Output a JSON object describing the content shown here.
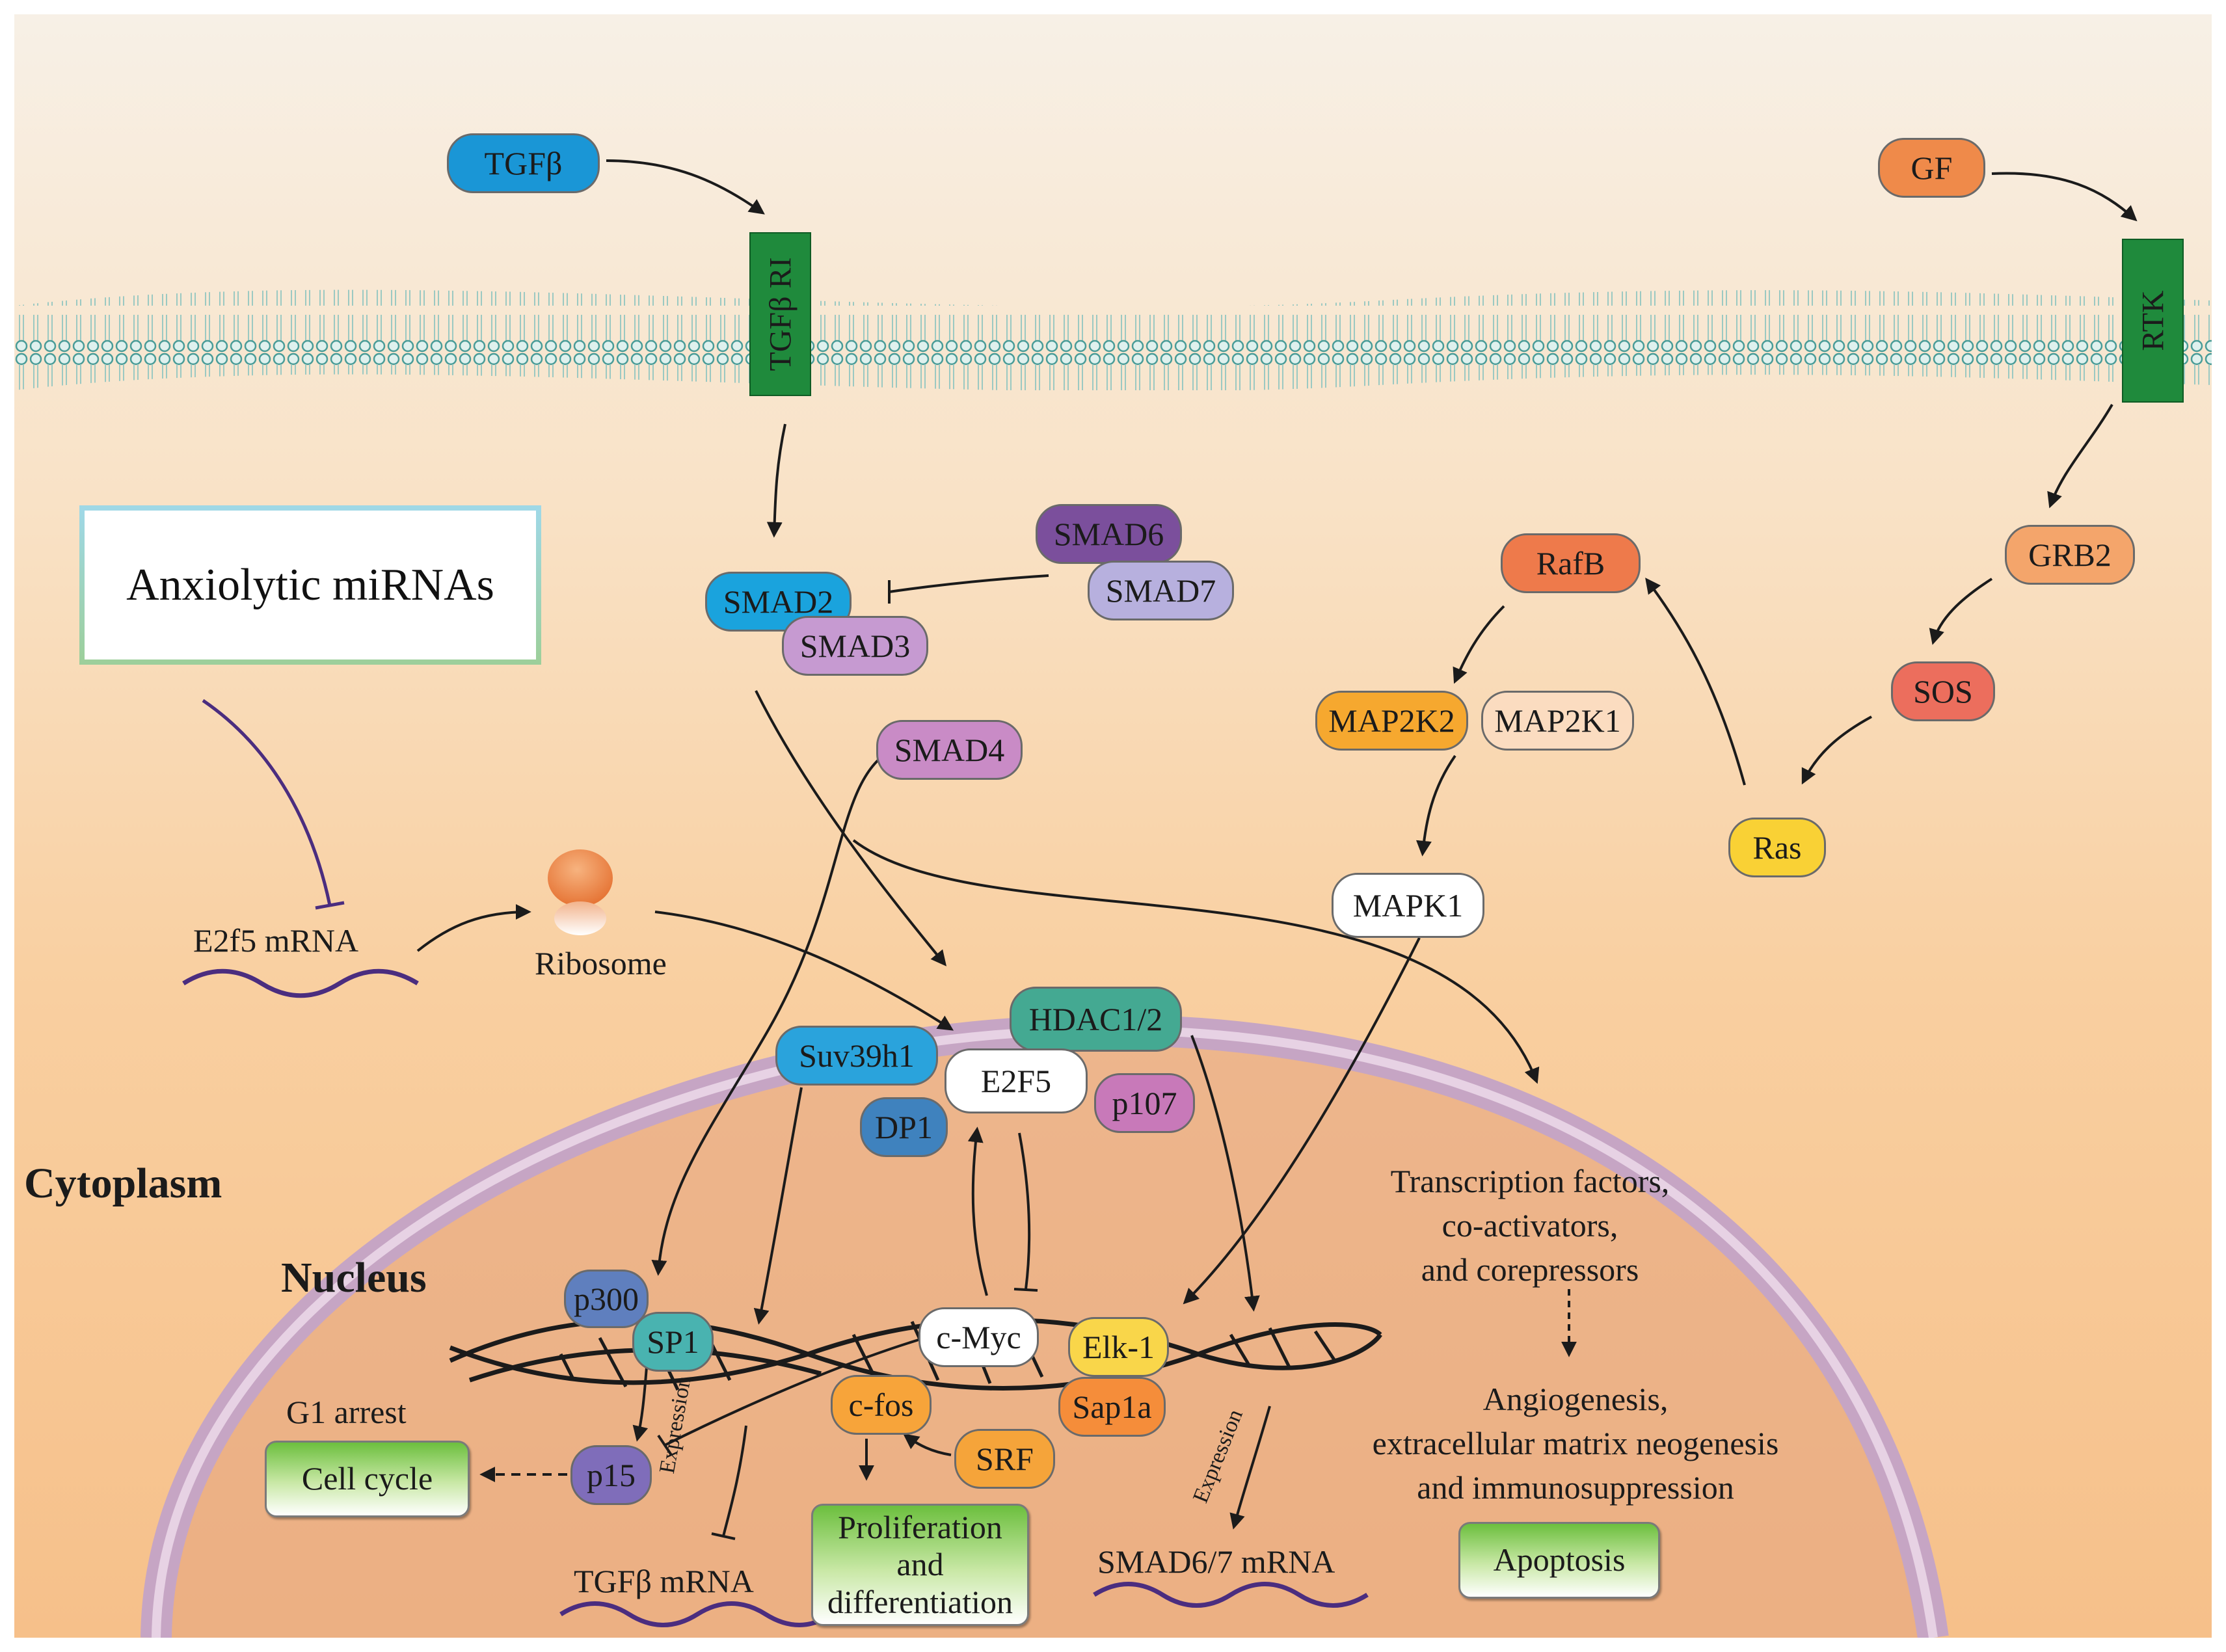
{
  "labels": {
    "tgfb": "TGFβ",
    "tgfbr1": "TGFβ RI",
    "gf": "GF",
    "rtk": "RTK",
    "smad6": "SMAD6",
    "smad7": "SMAD7",
    "smad2": "SMAD2",
    "smad3": "SMAD3",
    "smad4": "SMAD4",
    "rafb": "RafB",
    "grb2": "GRB2",
    "sos": "SOS",
    "ras": "Ras",
    "map2k2": "MAP2K2",
    "map2k1": "MAP2K1",
    "mapk1": "MAPK1",
    "anxiolytic_mirnas": "Anxiolytic miRNAs",
    "e2f5_mrna": "E2f5 mRNA",
    "ribosome": "Ribosome",
    "hdac": "HDAC1/2",
    "suv39h1": "Suv39h1",
    "e2f5": "E2F5",
    "p107": "p107",
    "dp1": "DP1",
    "cytoplasm": "Cytoplasm",
    "nucleus": "Nucleus",
    "transcription_1": "Transcription factors,",
    "transcription_2": "co-activators,",
    "transcription_3": "and corepressors",
    "angio_1": "Angiogenesis,",
    "angio_2": "extracellular matrix neogenesis",
    "angio_3": "and immunosuppression",
    "apoptosis": "Apoptosis",
    "p300": "p300",
    "sp1": "SP1",
    "cmyc": "c-Myc",
    "elk1": "Elk-1",
    "cfos": "c-fos",
    "sap1a": "Sap1a",
    "srf": "SRF",
    "g1_arrest": "G1 arrest",
    "cell_cycle": "Cell cycle",
    "p15": "p15",
    "expression": "Expression",
    "proliferation_1": "Proliferation",
    "proliferation_2": "and",
    "proliferation_3": "differentiation",
    "tgfb_mrna": "TGFβ mRNA",
    "smad67_mrna": "SMAD6/7 mRNA"
  },
  "colors": {
    "tgfb": "#1a96d6",
    "gf": "#ef8a4a",
    "receptor": "#1f8a3c",
    "smad6": "#7b4f9c",
    "smad7": "#b7b0de",
    "smad2": "#1aa3dd",
    "smad3": "#c69ad1",
    "smad4": "#c98bc6",
    "rafb": "#ee7a4b",
    "grb2": "#f4a56b",
    "sos": "#ec6e5d",
    "ras": "#f9d135",
    "map2k2": "#f6a82f",
    "map2k1": "#fbdcc0",
    "mapk1": "#ffffff",
    "hdac": "#44a992",
    "suv39h1": "#2aa3dc",
    "e2f5": "#ffffff",
    "p107": "#c879b9",
    "dp1": "#3f82be",
    "p300": "#5f7fbe",
    "sp1": "#49b3b0",
    "cmyc": "#ffffff",
    "elk1": "#f9d64a",
    "cfos": "#f7a43a",
    "sap1a": "#f58d3a",
    "srf": "#f5a43a",
    "p15": "#7f6dba",
    "mrna_wave": "#4b2d7f"
  }
}
